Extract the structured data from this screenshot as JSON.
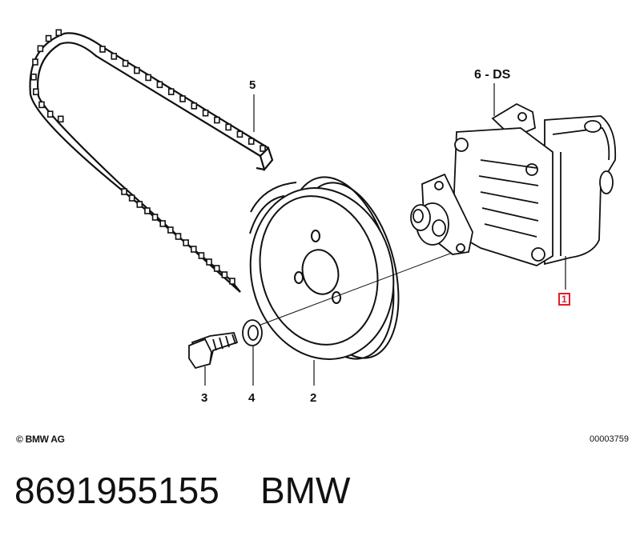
{
  "diagram": {
    "callouts": {
      "belt": "5",
      "pump_ds": "6 - DS",
      "pump": "1",
      "bolt": "3",
      "washer": "4",
      "pulley": "2"
    },
    "copyright": "© BMW AG",
    "diagram_id": "00003759",
    "highlight_color": "#e41e26"
  },
  "caption": {
    "part_number": "8691955155",
    "brand": "BMW"
  }
}
